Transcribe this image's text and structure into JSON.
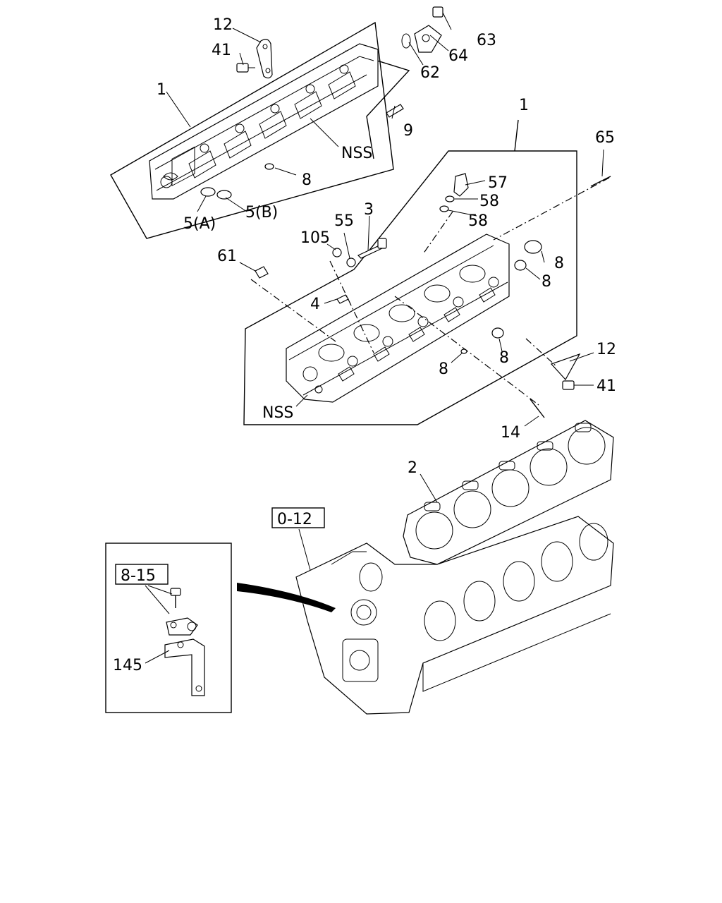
{
  "callouts": {
    "c12a": "12",
    "c41a": "41",
    "c63": "63",
    "c64": "64",
    "c62": "62",
    "c1a": "1",
    "c9": "9",
    "nss1": "NSS",
    "c8a": "8",
    "c5a": "5(A)",
    "c5b": "5(B)",
    "c1b": "1",
    "c65": "65",
    "c57": "57",
    "c58a": "58",
    "c58b": "58",
    "c3": "3",
    "c55": "55",
    "c105": "105",
    "c61": "61",
    "c8b": "8",
    "c8c": "8",
    "c4": "4",
    "c12b": "12",
    "c41b": "41",
    "c8d": "8",
    "c8e": "8",
    "nss2": "NSS",
    "c14": "14",
    "c2": "2",
    "c145": "145"
  },
  "references": {
    "ref_0_12": "0-12",
    "ref_8_15": "8-15"
  },
  "icons": [
    "cylinder-head-assembly-icon",
    "head-gasket-icon",
    "cylinder-block-icon",
    "bracket-icon",
    "bolt-icon"
  ]
}
